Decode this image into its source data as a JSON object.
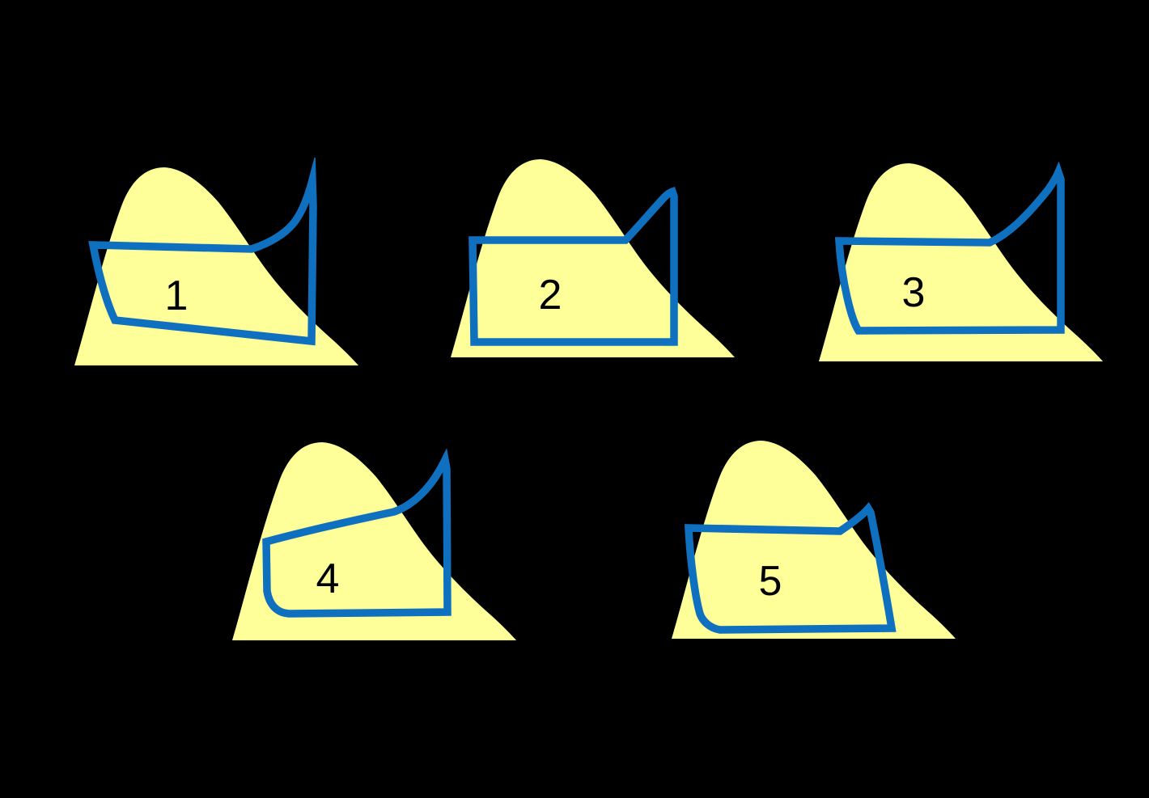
{
  "colors": {
    "background": "#000000",
    "dome_fill": "#FFFF99",
    "cycle_stroke": "#0F70C0",
    "label_color": "#000000"
  },
  "panels": [
    {
      "label": "1"
    },
    {
      "label": "2"
    },
    {
      "label": "3"
    },
    {
      "label": "4"
    },
    {
      "label": "5"
    }
  ]
}
